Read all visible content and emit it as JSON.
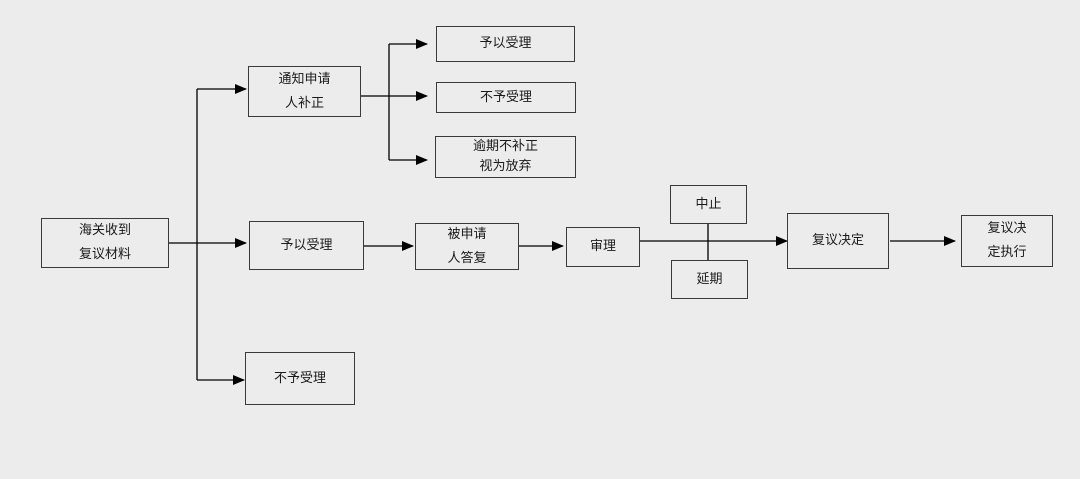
{
  "diagram": {
    "nodes": {
      "receive": {
        "label": "海关收到\n复议材料"
      },
      "notify": {
        "label": "通知申请\n人补正"
      },
      "n_accept": {
        "label": "予以受理"
      },
      "n_reject": {
        "label": "不予受理"
      },
      "n_overdue": {
        "label": "逾期不补正\n视为放弃"
      },
      "accept": {
        "label": "予以受理"
      },
      "respondent": {
        "label": "被申请\n人答复"
      },
      "review": {
        "label": "审理"
      },
      "suspend": {
        "label": "中止"
      },
      "extend": {
        "label": "延期"
      },
      "decision": {
        "label": "复议决定"
      },
      "execute": {
        "label": "复议决\n定执行"
      },
      "reject": {
        "label": "不予受理"
      }
    },
    "edges": [
      [
        "receive",
        "notify"
      ],
      [
        "receive",
        "accept"
      ],
      [
        "receive",
        "reject"
      ],
      [
        "notify",
        "n_accept"
      ],
      [
        "notify",
        "n_reject"
      ],
      [
        "notify",
        "n_overdue"
      ],
      [
        "accept",
        "respondent"
      ],
      [
        "respondent",
        "review"
      ],
      [
        "review",
        "decision"
      ],
      [
        "decision",
        "execute"
      ]
    ],
    "colors": {
      "line": "#000000",
      "border": "#3a3a3a",
      "background": "#ececec"
    }
  }
}
